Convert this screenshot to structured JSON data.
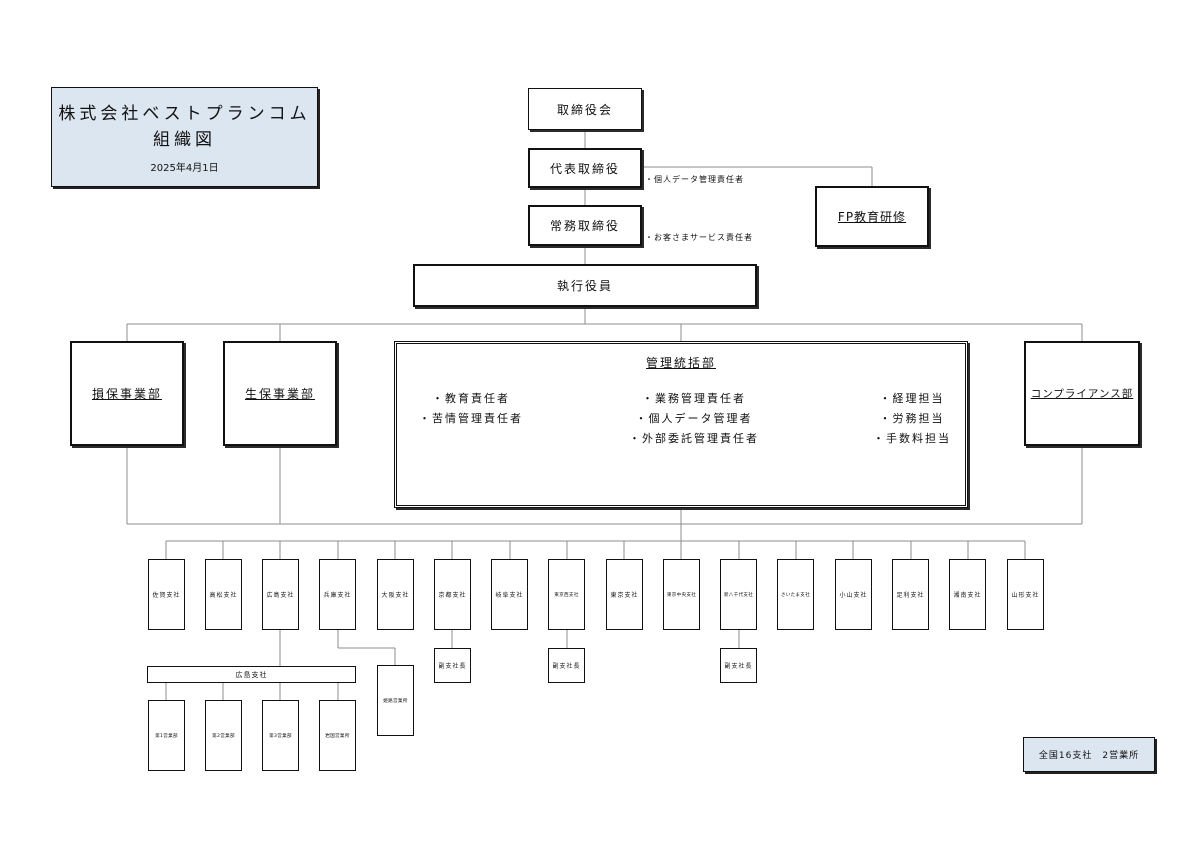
{
  "header": {
    "company": "株式会社ベストプランコム",
    "chart_title": "組織図",
    "date": "2025年4月1日"
  },
  "top": {
    "board": "取締役会",
    "president": "代表取締役",
    "president_note": "・個人データ管理責任者",
    "managing": "常務取締役",
    "managing_note": "・お客さまサービス責任者",
    "fp": "FP教育研修",
    "executive": "執行役員"
  },
  "departments": {
    "sonpo": "損保事業部",
    "seiho": "生保事業部",
    "compliance": "コンプライアンス部",
    "management": {
      "title": "管理統括部",
      "col1": [
        "・教育責任者",
        "・苦情管理責任者"
      ],
      "col2": [
        "・業務管理責任者",
        "・個人データ管理者",
        "・外部委託管理責任者"
      ],
      "col3": [
        "・経理担当",
        "・労務担当",
        "・手数料担当"
      ]
    }
  },
  "branches": [
    "佐賀支社",
    "高松支社",
    "広島支社",
    "兵庫支社",
    "大阪支社",
    "京都支社",
    "岐阜支社",
    "東京西支社",
    "東京支社",
    "東京中央支社",
    "新八千代支社",
    "さいたま支社",
    "小山支社",
    "足利支社",
    "湘南支社",
    "山形支社"
  ],
  "sub": {
    "vice": "副支社長",
    "himeji": "姫路営業所",
    "hiroshima_group": "広島支社",
    "hiroshima_units": [
      "第1営業部",
      "第2営業部",
      "第3営業部",
      "岩国営業所"
    ]
  },
  "summary": "全国16支社　2営業所"
}
